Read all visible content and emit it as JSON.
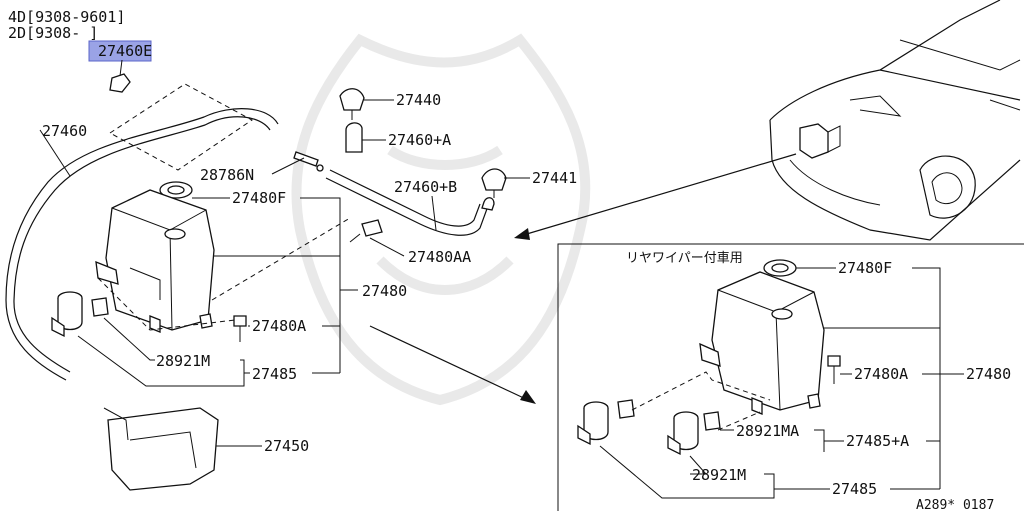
{
  "header": {
    "line1": "4D[9308-9601]",
    "line2": "2D[9308-    ]"
  },
  "highlight": {
    "label": "27460E",
    "color": "#9aa3e6"
  },
  "labels": {
    "p27460": "27460",
    "p27440": "27440",
    "p27460A": "27460+A",
    "p28786N": "28786N",
    "p27460B": "27460+B",
    "p27441": "27441",
    "p27480F": "27480F",
    "p27480AA": "27480AA",
    "p27480": "27480",
    "p27480A": "27480A",
    "p28921M": "28921M",
    "p27485": "27485",
    "p27450": "27450"
  },
  "inset": {
    "title": "リヤワイパー付車用",
    "p27480F": "27480F",
    "p27480A": "27480A",
    "p27480": "27480",
    "p28921MA": "28921MA",
    "p27485A": "27485+A",
    "p28921M": "28921M",
    "p27485": "27485"
  },
  "footer": {
    "code": "A289* 0187"
  }
}
